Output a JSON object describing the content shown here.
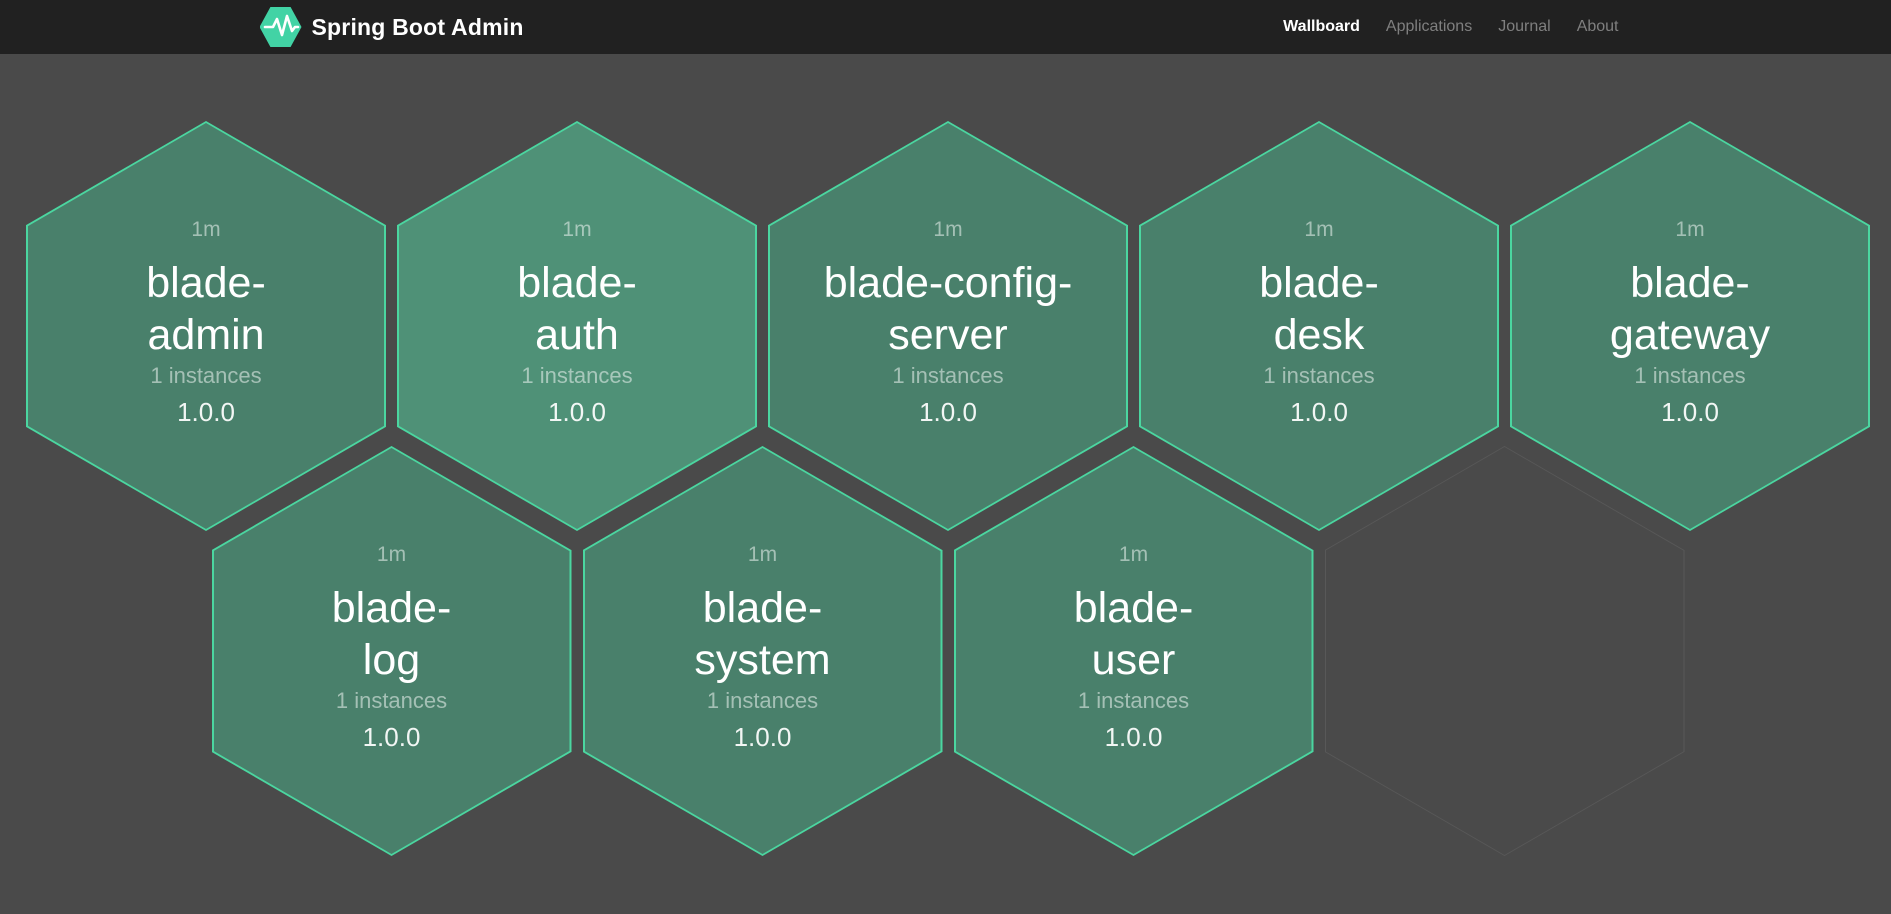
{
  "header": {
    "brand": "Spring Boot Admin",
    "nav": [
      {
        "label": "Wallboard",
        "active": true
      },
      {
        "label": "Applications",
        "active": false
      },
      {
        "label": "Journal",
        "active": false
      },
      {
        "label": "About",
        "active": false
      }
    ]
  },
  "wallboard": {
    "services": [
      {
        "name": "blade-admin",
        "name_lines": [
          "blade-",
          "admin"
        ],
        "time": "1m",
        "instances": "1 instances",
        "version": "1.0.0",
        "highlight": false
      },
      {
        "name": "blade-auth",
        "name_lines": [
          "blade-",
          "auth"
        ],
        "time": "1m",
        "instances": "1 instances",
        "version": "1.0.0",
        "highlight": true
      },
      {
        "name": "blade-config-server",
        "name_lines": [
          "blade-config-",
          "server"
        ],
        "time": "1m",
        "instances": "1 instances",
        "version": "1.0.0",
        "highlight": false
      },
      {
        "name": "blade-desk",
        "name_lines": [
          "blade-",
          "desk"
        ],
        "time": "1m",
        "instances": "1 instances",
        "version": "1.0.0",
        "highlight": false
      },
      {
        "name": "blade-gateway",
        "name_lines": [
          "blade-",
          "gateway"
        ],
        "time": "1m",
        "instances": "1 instances",
        "version": "1.0.0",
        "highlight": false
      },
      {
        "name": "blade-log",
        "name_lines": [
          "blade-",
          "log"
        ],
        "time": "1m",
        "instances": "1 instances",
        "version": "1.0.0",
        "highlight": false
      },
      {
        "name": "blade-system",
        "name_lines": [
          "blade-",
          "system"
        ],
        "time": "1m",
        "instances": "1 instances",
        "version": "1.0.0",
        "highlight": false
      },
      {
        "name": "blade-user",
        "name_lines": [
          "blade-",
          "user"
        ],
        "time": "1m",
        "instances": "1 instances",
        "version": "1.0.0",
        "highlight": false
      }
    ],
    "empty_slots": 1,
    "colors": {
      "background": "#4a4a4a",
      "header_background": "#212121",
      "hex_border": "#4bd6a0",
      "hex_fill": "#49806b",
      "hex_fill_highlight": "#4f9177",
      "empty_hex_border": "#585858",
      "brand_green": "#42d3a5"
    }
  }
}
